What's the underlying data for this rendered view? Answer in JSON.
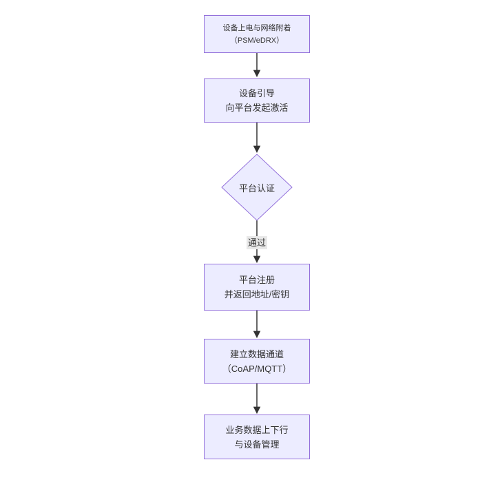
{
  "flowchart": {
    "nodes": {
      "power": {
        "line1": "设备上电与网络附着",
        "line2": "（PSM/eDRX）"
      },
      "bootstrap": {
        "line1": "设备引导",
        "line2": "向平台发起激活"
      },
      "auth": {
        "label": "平台认证"
      },
      "register": {
        "line1": "平台注册",
        "line2": "并返回地址/密钥"
      },
      "channel": {
        "line1": "建立数据通道",
        "line2": "（CoAP/MQTT）"
      },
      "business": {
        "line1": "业务数据上下行",
        "line2": "与设备管理"
      }
    },
    "edge_labels": {
      "auth_pass": "通过"
    },
    "colors": {
      "background": "#ffffff",
      "node_fill": "#ECECFF",
      "node_border": "#9370DB",
      "arrow": "#333333",
      "edge_label_bg": "#e8e8e8",
      "text": "#333333"
    }
  }
}
